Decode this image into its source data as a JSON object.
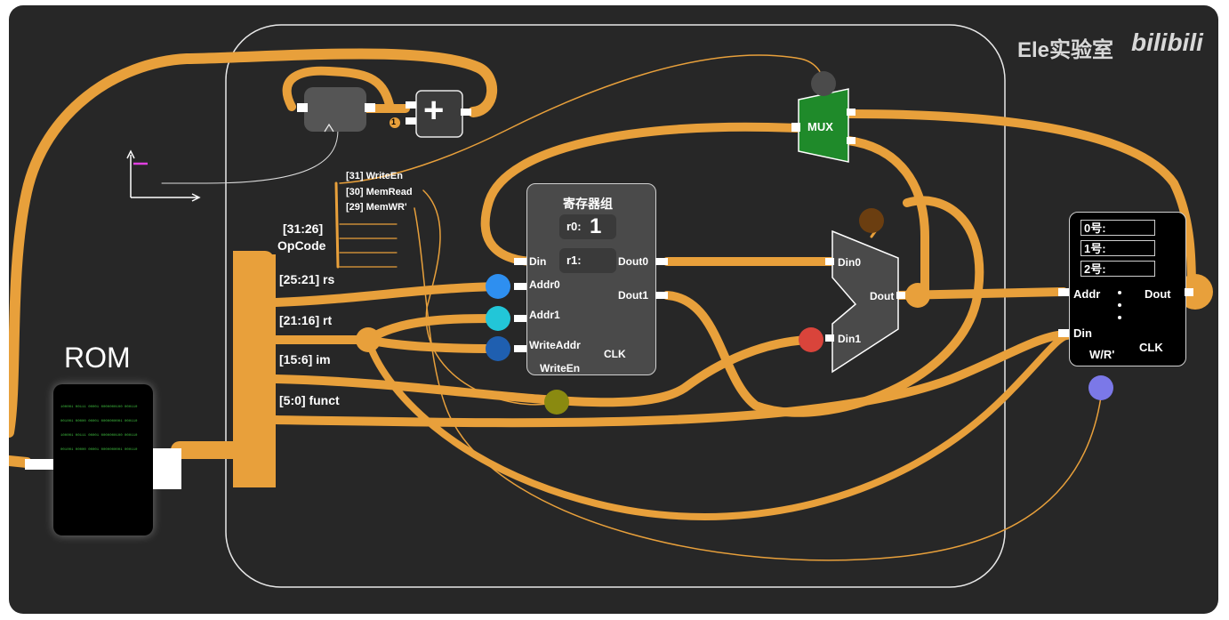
{
  "watermark": {
    "brand": "Ele实验室",
    "logo": "bilibili"
  },
  "rom": {
    "label": "ROM",
    "lines": [
      "100001 00111 00001 0000000100 000110",
      "001001 00000 00001 0000000001 000110",
      "100001 00111 00001 0000000100 000110",
      "001001 00000 00001 0000000001 000110"
    ]
  },
  "pc": {
    "adder_symbol": "+",
    "constant": "1"
  },
  "instruction_fields": {
    "write_en": "[31] WriteEn",
    "mem_read": "[30] MemRead",
    "mem_wr": "[29] MemWR'",
    "opcode_bits": "[31:26]",
    "opcode": "OpCode",
    "rs": "[25:21] rs",
    "rt": "[21:16] rt",
    "im": "[15:6] im",
    "funct": "[5:0] funct"
  },
  "register_file": {
    "title": "寄存器组",
    "r0_label": "r0:",
    "r0_value": "1",
    "r1_label": "r1:",
    "din": "Din",
    "addr0": "Addr0",
    "addr1": "Addr1",
    "write_addr": "WriteAddr",
    "write_en": "WriteEn",
    "dout0": "Dout0",
    "dout1": "Dout1",
    "clk": "CLK"
  },
  "mux": {
    "label": "MUX"
  },
  "alu": {
    "din0": "Din0",
    "din1": "Din1",
    "dout": "Dout"
  },
  "memory": {
    "slots": [
      "0号:",
      "1号:",
      "2号:"
    ],
    "addr": "Addr",
    "dout": "Dout",
    "din": "Din",
    "wr": "W/R'",
    "clk": "CLK"
  },
  "colors": {
    "background": "#272727",
    "wire": "#e8a03b",
    "mux": "#1f8a2a",
    "addr0_dot": "#2e8ff0",
    "addr1_dot": "#22c6d8",
    "writeaddr_dot": "#1f5fb0",
    "writeen_dot": "#8a8a10",
    "din1_dot": "#d9443b",
    "alu_ctrl_dot": "#6b3e10",
    "mux_ctrl_dot": "#4b4b4b",
    "wr_dot": "#7b78e8"
  }
}
